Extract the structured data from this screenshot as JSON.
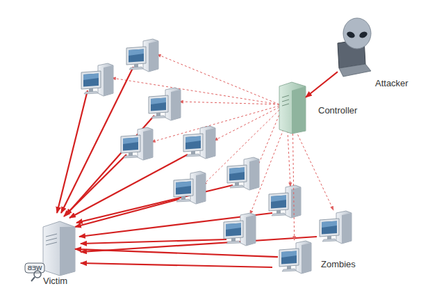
{
  "diagram": {
    "nodes": [
      {
        "text": [
          "Attacker"
        ]
      },
      {
        "text": [
          "Controller"
        ]
      },
      {
        "text": [
          "Zombies"
        ]
      },
      {
        "text": [
          "Victim"
        ]
      }
    ],
    "edges": [
      {
        "from": 0,
        "to": 1,
        "arrow": "to"
      },
      {
        "from": 1,
        "to": 2,
        "arrow": "to"
      },
      {
        "from": 2,
        "to": 3,
        "arrow": "to"
      }
    ],
    "labels": [
      "WEB"
    ]
  }
}
